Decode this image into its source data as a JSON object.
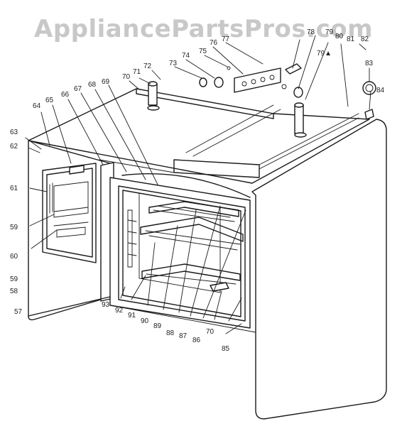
{
  "watermark": "AppliancePartsPros.com",
  "callouts": [
    "57",
    "58",
    "59",
    "59",
    "60",
    "61",
    "62",
    "63",
    "64",
    "65",
    "66",
    "67",
    "68",
    "69",
    "70",
    "70",
    "71",
    "72",
    "73",
    "74",
    "75",
    "76",
    "77",
    "78",
    "79",
    "79",
    "80",
    "81",
    "82",
    "83",
    "84",
    "85",
    "86",
    "87",
    "88",
    "89",
    "90",
    "91",
    "92",
    "93"
  ],
  "colors": {
    "ink": "#1a1a1a",
    "watermark": "#c8c8c8",
    "paper": "#ffffff"
  }
}
